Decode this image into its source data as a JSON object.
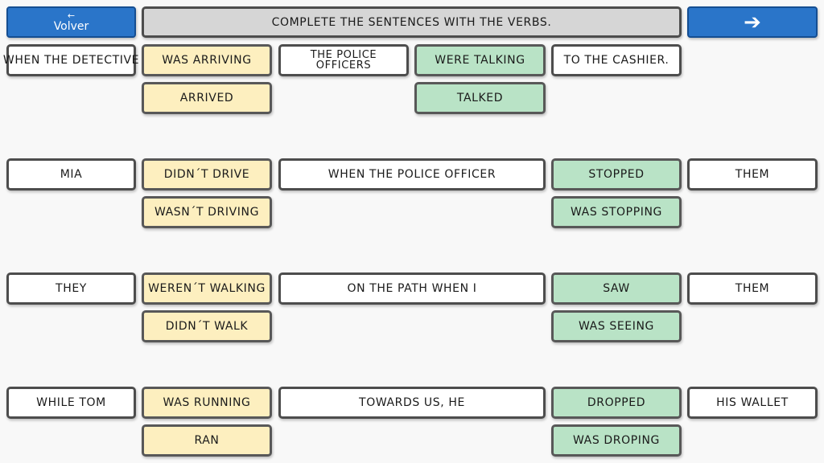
{
  "nav": {
    "back_arrow": "←",
    "back_label": "Volver",
    "next_arrow": "➔"
  },
  "instruction": "COMPLETE THE SENTENCES WITH THE VERBS.",
  "colors": {
    "nav_blue": "#2a75c9",
    "option_yellow": "#fdefbf",
    "option_green": "#b9e3c6",
    "title_gray": "#d6d6d6"
  },
  "sentences": [
    {
      "start": "WHEN THE DETECTIVE",
      "verb1_options": [
        "WAS ARRIVING",
        "ARRIVED"
      ],
      "middle": "THE POLICE OFFICERS",
      "verb2_options": [
        "WERE TALKING",
        "TALKED"
      ],
      "end": "TO THE CASHIER."
    },
    {
      "start": "MIA",
      "verb1_options": [
        "DIDN´T DRIVE",
        "WASN´T DRIVING"
      ],
      "middle": "WHEN THE POLICE OFFICER",
      "verb2_options": [
        "STOPPED",
        "WAS STOPPING"
      ],
      "end": "THEM"
    },
    {
      "start": "THEY",
      "verb1_options": [
        "WEREN´T WALKING",
        "DIDN´T WALK"
      ],
      "middle": "ON THE PATH WHEN I",
      "verb2_options": [
        "SAW",
        "WAS SEEING"
      ],
      "end": "THEM"
    },
    {
      "start": "WHILE TOM",
      "verb1_options": [
        "WAS RUNNING",
        "RAN"
      ],
      "middle": "TOWARDS US, HE",
      "verb2_options": [
        "DROPPED",
        "WAS DROPING"
      ],
      "end": "HIS WALLET"
    }
  ]
}
